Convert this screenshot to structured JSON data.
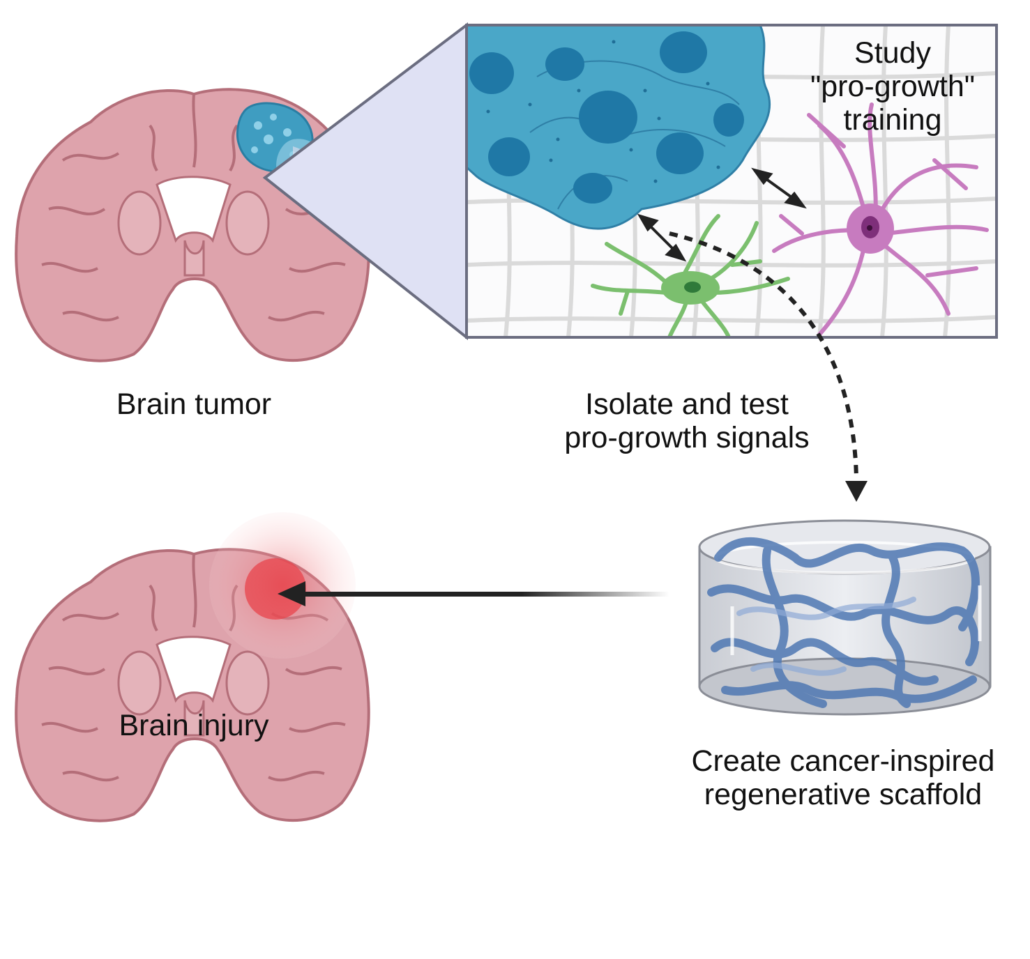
{
  "labels": {
    "brain_tumor": "Brain tumor",
    "brain_injury": "Brain injury",
    "study": [
      "Study",
      "\"pro-growth\"",
      "training"
    ],
    "isolate": [
      "Isolate and test",
      "pro-growth signals"
    ],
    "create": [
      "Create cancer-inspired",
      "regenerative scaffold"
    ]
  },
  "colors": {
    "brain_fill": "#dea3ac",
    "brain_outline": "#b46e79",
    "tumor": "#3f9dc1",
    "tumor_nucleus": "#1f78a6",
    "injury": "#e8444c",
    "zoom_panel": "#dfe1f4",
    "frame": "#6b6d80",
    "astrocyte": "#c77bbf",
    "neuron_green": "#7bbf6e",
    "scaffold_fiber": "#4f78b3",
    "arrow": "#222222"
  }
}
